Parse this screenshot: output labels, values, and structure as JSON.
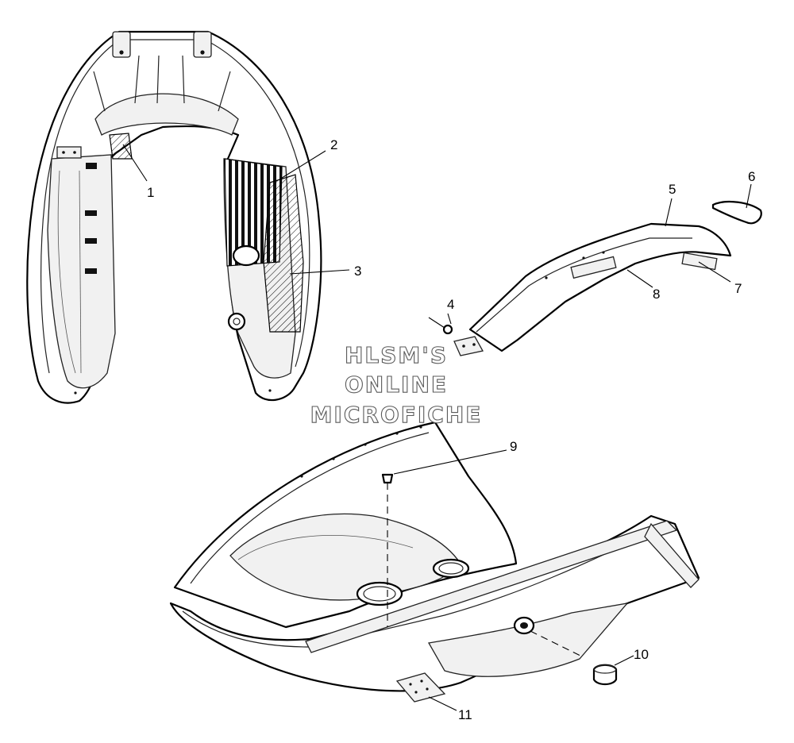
{
  "watermark": {
    "line1": "HLSM'S",
    "line2": "ONLINE",
    "line3": "MICROFICHE"
  },
  "callouts": [
    {
      "id": "1",
      "text": "1"
    },
    {
      "id": "2",
      "text": "2"
    },
    {
      "id": "3",
      "text": "3"
    },
    {
      "id": "4",
      "text": "4"
    },
    {
      "id": "5",
      "text": "5"
    },
    {
      "id": "6",
      "text": "6"
    },
    {
      "id": "7",
      "text": "7"
    },
    {
      "id": "8",
      "text": "8"
    },
    {
      "id": "9",
      "text": "9"
    },
    {
      "id": "10",
      "text": "10"
    },
    {
      "id": "11",
      "text": "11"
    }
  ]
}
